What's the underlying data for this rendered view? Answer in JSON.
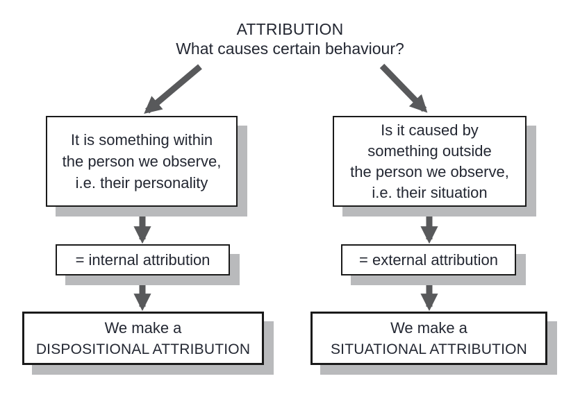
{
  "colors": {
    "text": "#232732",
    "border": "#1a1a1a",
    "shadow": "#b9babc",
    "arrow": "#58595b",
    "box_bg": "#ffffff"
  },
  "title": {
    "heading": "ATTRIBUTION",
    "subheading": "What causes certain behaviour?"
  },
  "left_column": {
    "cause_box_lines": [
      "It is something within",
      "the person we observe,",
      "i.e. their personality"
    ],
    "label_box_text": "= internal attribution",
    "result_box_lines": [
      "We make a",
      "DISPOSITIONAL ATTRIBUTION"
    ]
  },
  "right_column": {
    "cause_box_lines": [
      "Is it caused by",
      "something outside",
      "the person we observe,",
      "i.e. their situation"
    ],
    "label_box_text": "= external attribution",
    "result_box_lines": [
      "We make a",
      "SITUATIONAL ATTRIBUTION"
    ]
  }
}
